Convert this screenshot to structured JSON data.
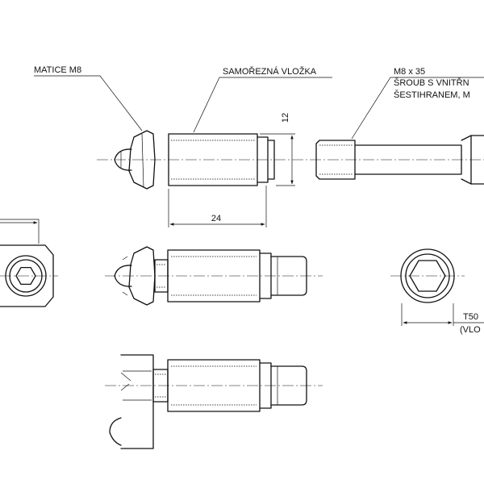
{
  "labels": {
    "nut": "MATICE M8",
    "insert": "SAMOŘEZNÁ VLOŽKA",
    "screw_size": "M8 x 35",
    "screw_line1": "ŠROUB S VNITŘN",
    "screw_line2": "ŠESTIHRANEM, M",
    "torx_size": "T50",
    "torx_note": "(VLO"
  },
  "dimensions": {
    "length": "24",
    "height": "12"
  },
  "colors": {
    "line": "#111111",
    "background": "#ffffff"
  }
}
